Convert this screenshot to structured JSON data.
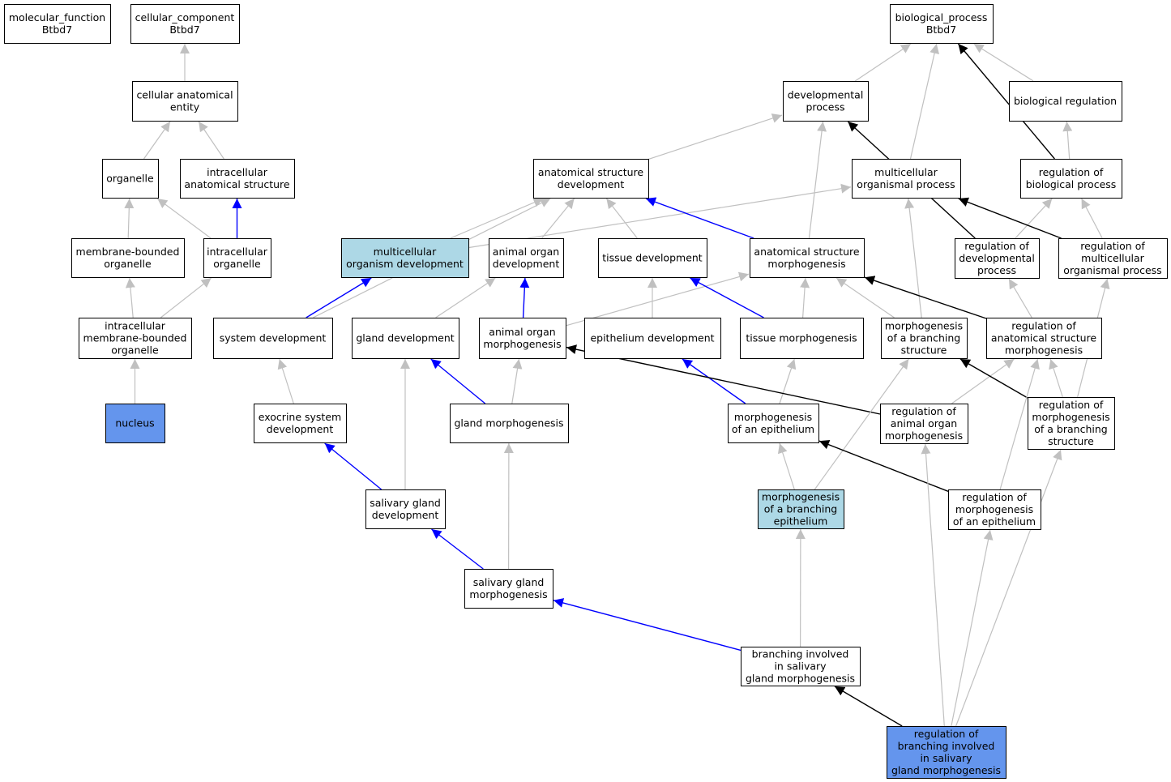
{
  "colors": {
    "white": "#ffffff",
    "light_blue": "#add8e6",
    "cornflower": "#6495ed",
    "edge_gray": "#c0c0c0",
    "edge_blue": "#0000ff",
    "edge_black": "#000000"
  },
  "nodes": [
    {
      "id": "mf",
      "lines": [
        "molecular_function",
        "Btbd7"
      ],
      "fill": "white"
    },
    {
      "id": "cc",
      "lines": [
        "cellular_component",
        "Btbd7"
      ],
      "fill": "white"
    },
    {
      "id": "bp",
      "lines": [
        "biological_process",
        "Btbd7"
      ],
      "fill": "white"
    },
    {
      "id": "cae",
      "lines": [
        "cellular anatomical",
        "entity"
      ],
      "fill": "white"
    },
    {
      "id": "devproc",
      "lines": [
        "developmental",
        "process"
      ],
      "fill": "white"
    },
    {
      "id": "bioreg",
      "lines": [
        "biological regulation"
      ],
      "fill": "white"
    },
    {
      "id": "organelle",
      "lines": [
        "organelle"
      ],
      "fill": "white"
    },
    {
      "id": "ias",
      "lines": [
        "intracellular",
        "anatomical structure"
      ],
      "fill": "white"
    },
    {
      "id": "asd",
      "lines": [
        "anatomical structure",
        "development"
      ],
      "fill": "white"
    },
    {
      "id": "mop",
      "lines": [
        "multicellular",
        "organismal process"
      ],
      "fill": "white"
    },
    {
      "id": "rbp",
      "lines": [
        "regulation of",
        "biological process"
      ],
      "fill": "white"
    },
    {
      "id": "mbo",
      "lines": [
        "membrane-bounded",
        "organelle"
      ],
      "fill": "white"
    },
    {
      "id": "io",
      "lines": [
        "intracellular",
        "organelle"
      ],
      "fill": "white"
    },
    {
      "id": "mod",
      "lines": [
        "multicellular",
        "organism development"
      ],
      "fill": "light_blue"
    },
    {
      "id": "aod",
      "lines": [
        "animal organ",
        "development"
      ],
      "fill": "white"
    },
    {
      "id": "td",
      "lines": [
        "tissue development"
      ],
      "fill": "white"
    },
    {
      "id": "asm",
      "lines": [
        "anatomical structure",
        "morphogenesis"
      ],
      "fill": "white"
    },
    {
      "id": "rdp",
      "lines": [
        "regulation of",
        "developmental",
        "process"
      ],
      "fill": "white"
    },
    {
      "id": "rmop",
      "lines": [
        "regulation of",
        "multicellular",
        "organismal process"
      ],
      "fill": "white"
    },
    {
      "id": "imbo",
      "lines": [
        "intracellular",
        "membrane-bounded",
        "organelle"
      ],
      "fill": "white"
    },
    {
      "id": "sd",
      "lines": [
        "system development"
      ],
      "fill": "white"
    },
    {
      "id": "gd",
      "lines": [
        "gland development"
      ],
      "fill": "white"
    },
    {
      "id": "aom",
      "lines": [
        "animal organ",
        "morphogenesis"
      ],
      "fill": "white"
    },
    {
      "id": "ed",
      "lines": [
        "epithelium development"
      ],
      "fill": "white"
    },
    {
      "id": "tm",
      "lines": [
        "tissue morphogenesis"
      ],
      "fill": "white"
    },
    {
      "id": "mbs",
      "lines": [
        "morphogenesis",
        "of a branching",
        "structure"
      ],
      "fill": "white"
    },
    {
      "id": "rasm",
      "lines": [
        "regulation of",
        "anatomical structure",
        "morphogenesis"
      ],
      "fill": "white"
    },
    {
      "id": "nucleus",
      "lines": [
        "nucleus"
      ],
      "fill": "cornflower"
    },
    {
      "id": "esd",
      "lines": [
        "exocrine system",
        "development"
      ],
      "fill": "white"
    },
    {
      "id": "gm",
      "lines": [
        "gland morphogenesis"
      ],
      "fill": "white"
    },
    {
      "id": "moe",
      "lines": [
        "morphogenesis",
        "of an epithelium"
      ],
      "fill": "white"
    },
    {
      "id": "raom",
      "lines": [
        "regulation of",
        "animal organ",
        "morphogenesis"
      ],
      "fill": "white"
    },
    {
      "id": "rmbs",
      "lines": [
        "regulation of",
        "morphogenesis",
        "of a branching",
        "structure"
      ],
      "fill": "white"
    },
    {
      "id": "sgd",
      "lines": [
        "salivary gland",
        "development"
      ],
      "fill": "white"
    },
    {
      "id": "mobe",
      "lines": [
        "morphogenesis",
        "of a branching",
        "epithelium"
      ],
      "fill": "light_blue"
    },
    {
      "id": "rmoe",
      "lines": [
        "regulation of",
        "morphogenesis",
        "of an epithelium"
      ],
      "fill": "white"
    },
    {
      "id": "sgm",
      "lines": [
        "salivary gland",
        "morphogenesis"
      ],
      "fill": "white"
    },
    {
      "id": "bisgm",
      "lines": [
        "branching involved",
        "in salivary",
        "gland morphogenesis"
      ],
      "fill": "white"
    },
    {
      "id": "rbisgm",
      "lines": [
        "regulation of",
        "branching involved",
        "in salivary",
        "gland morphogenesis"
      ],
      "fill": "cornflower"
    }
  ],
  "edges": [
    {
      "from": "cae",
      "to": "cc",
      "color": "gray"
    },
    {
      "from": "organelle",
      "to": "cae",
      "color": "gray"
    },
    {
      "from": "ias",
      "to": "cae",
      "color": "gray"
    },
    {
      "from": "mbo",
      "to": "organelle",
      "color": "gray"
    },
    {
      "from": "io",
      "to": "organelle",
      "color": "gray"
    },
    {
      "from": "io",
      "to": "ias",
      "color": "blue"
    },
    {
      "from": "imbo",
      "to": "mbo",
      "color": "gray"
    },
    {
      "from": "imbo",
      "to": "io",
      "color": "gray"
    },
    {
      "from": "nucleus",
      "to": "imbo",
      "color": "gray"
    },
    {
      "from": "devproc",
      "to": "bp",
      "color": "gray"
    },
    {
      "from": "bioreg",
      "to": "bp",
      "color": "gray"
    },
    {
      "from": "mop",
      "to": "bp",
      "color": "gray"
    },
    {
      "from": "rbp",
      "to": "bp",
      "color": "black"
    },
    {
      "from": "rbp",
      "to": "bioreg",
      "color": "gray"
    },
    {
      "from": "asd",
      "to": "devproc",
      "color": "gray"
    },
    {
      "from": "asm",
      "to": "devproc",
      "color": "gray"
    },
    {
      "from": "rdp",
      "to": "devproc",
      "color": "black"
    },
    {
      "from": "rdp",
      "to": "rbp",
      "color": "gray"
    },
    {
      "from": "rmop",
      "to": "rbp",
      "color": "gray"
    },
    {
      "from": "rmop",
      "to": "mop",
      "color": "black"
    },
    {
      "from": "mod",
      "to": "asd",
      "color": "gray"
    },
    {
      "from": "mod",
      "to": "mop",
      "color": "gray"
    },
    {
      "from": "aod",
      "to": "asd",
      "color": "gray"
    },
    {
      "from": "td",
      "to": "asd",
      "color": "gray"
    },
    {
      "from": "asm",
      "to": "asd",
      "color": "blue"
    },
    {
      "from": "sd",
      "to": "asd",
      "color": "gray"
    },
    {
      "from": "sd",
      "to": "mod",
      "color": "blue"
    },
    {
      "from": "gd",
      "to": "aod",
      "color": "gray"
    },
    {
      "from": "aom",
      "to": "aod",
      "color": "blue"
    },
    {
      "from": "aom",
      "to": "asm",
      "color": "gray"
    },
    {
      "from": "ed",
      "to": "td",
      "color": "gray"
    },
    {
      "from": "tm",
      "to": "td",
      "color": "blue"
    },
    {
      "from": "tm",
      "to": "asm",
      "color": "gray"
    },
    {
      "from": "mbs",
      "to": "asm",
      "color": "gray"
    },
    {
      "from": "mbs",
      "to": "mop",
      "color": "gray"
    },
    {
      "from": "rasm",
      "to": "asm",
      "color": "black"
    },
    {
      "from": "rasm",
      "to": "rdp",
      "color": "gray"
    },
    {
      "from": "esd",
      "to": "sd",
      "color": "gray"
    },
    {
      "from": "gm",
      "to": "gd",
      "color": "blue"
    },
    {
      "from": "gm",
      "to": "aom",
      "color": "gray"
    },
    {
      "from": "moe",
      "to": "ed",
      "color": "blue"
    },
    {
      "from": "moe",
      "to": "tm",
      "color": "gray"
    },
    {
      "from": "raom",
      "to": "aom",
      "color": "black"
    },
    {
      "from": "raom",
      "to": "rasm",
      "color": "gray"
    },
    {
      "from": "rmbs",
      "to": "mbs",
      "color": "black"
    },
    {
      "from": "rmbs",
      "to": "rasm",
      "color": "gray"
    },
    {
      "from": "rmbs",
      "to": "rmop",
      "color": "gray"
    },
    {
      "from": "sgd",
      "to": "esd",
      "color": "blue"
    },
    {
      "from": "sgd",
      "to": "gd",
      "color": "gray"
    },
    {
      "from": "mobe",
      "to": "moe",
      "color": "gray"
    },
    {
      "from": "mobe",
      "to": "mbs",
      "color": "gray"
    },
    {
      "from": "rmoe",
      "to": "moe",
      "color": "black"
    },
    {
      "from": "rmoe",
      "to": "rasm",
      "color": "gray"
    },
    {
      "from": "sgm",
      "to": "sgd",
      "color": "blue"
    },
    {
      "from": "sgm",
      "to": "gm",
      "color": "gray"
    },
    {
      "from": "bisgm",
      "to": "sgm",
      "color": "blue"
    },
    {
      "from": "bisgm",
      "to": "mobe",
      "color": "gray"
    },
    {
      "from": "rbisgm",
      "to": "bisgm",
      "color": "black"
    },
    {
      "from": "rbisgm",
      "to": "raom",
      "color": "gray"
    },
    {
      "from": "rbisgm",
      "to": "rmoe",
      "color": "gray"
    },
    {
      "from": "rbisgm",
      "to": "rmbs",
      "color": "gray"
    }
  ]
}
